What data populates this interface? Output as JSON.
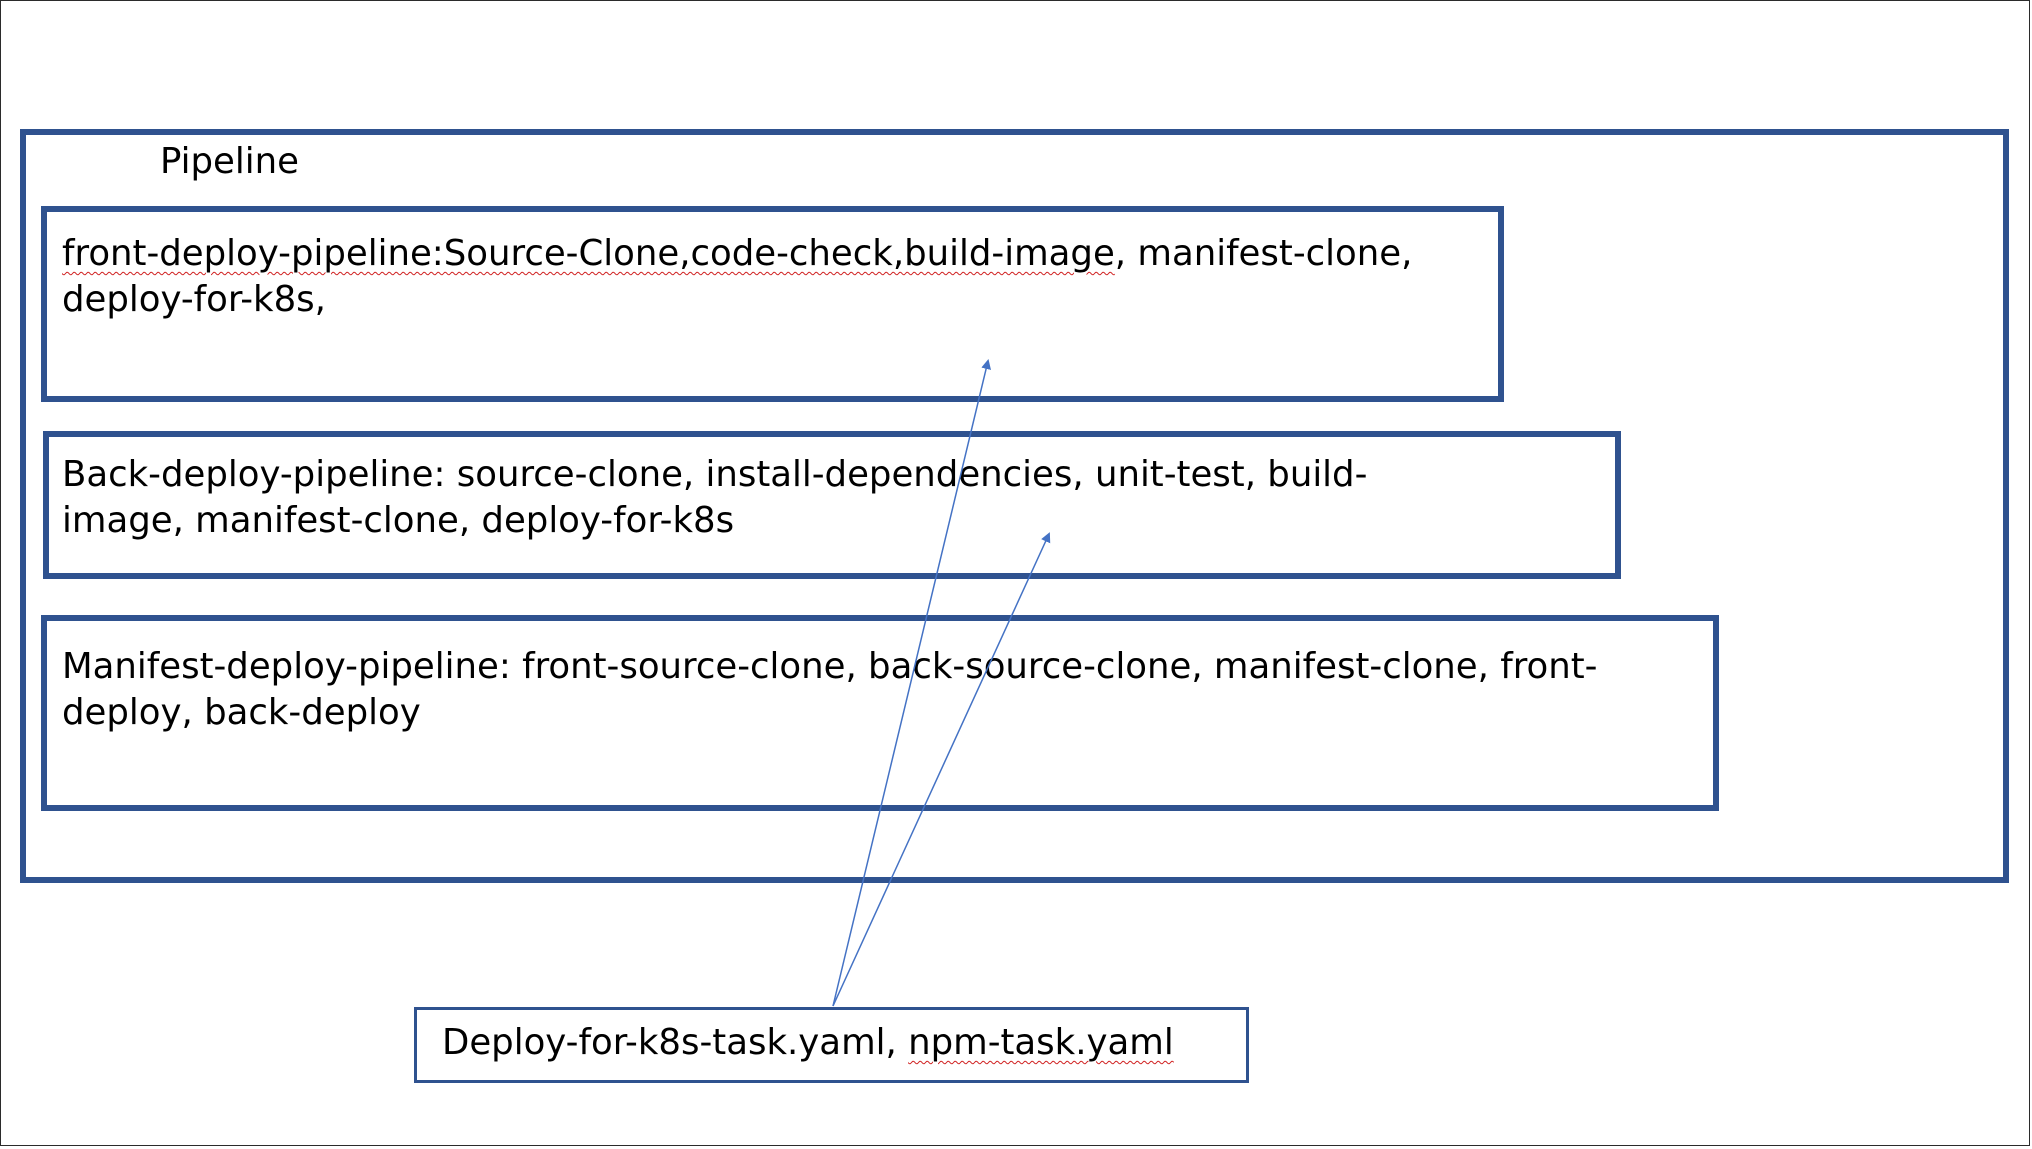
{
  "diagram": {
    "title": "Pipeline",
    "pipelines": [
      {
        "name_underlined": "front-deploy-pipeline:Source-Clone,code-check,build-image",
        "rest": ", manifest-clone, deploy-for-k8s,"
      },
      {
        "text": "Back-deploy-pipeline: source-clone, install-dependencies, unit-test, build-image, manifest-clone, deploy-for-k8s"
      },
      {
        "text": "Manifest-deploy-pipeline: front-source-clone, back-source-clone, manifest-clone, front-deploy, back-deploy"
      }
    ],
    "tasks": {
      "part1": "Deploy-for-k8s-task.yaml, ",
      "part2_underlined": "npm-task.yaml"
    },
    "colors": {
      "box_border": "#2f528f",
      "arrow": "#4472c4",
      "spellcheck": "#d01f1f"
    }
  }
}
